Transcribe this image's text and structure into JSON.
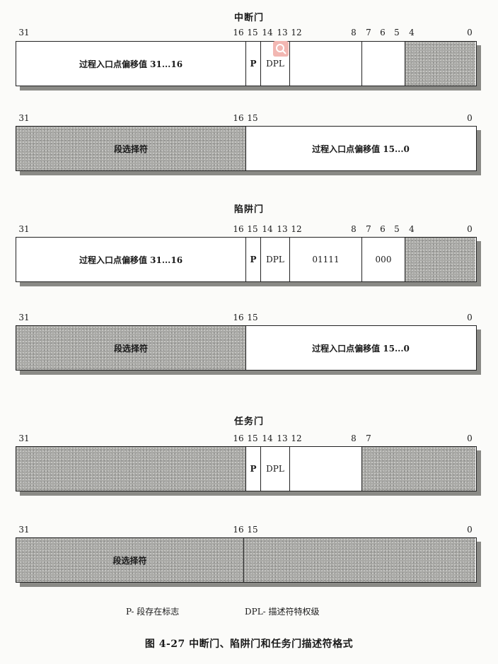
{
  "interrupt_gate": {
    "title": "中断门",
    "row1": {
      "bits": [
        "31",
        "16",
        "15",
        "14",
        "13",
        "12",
        "8",
        "7",
        "6",
        "5",
        "4",
        "0"
      ],
      "offset_high": "过程入口点偏移值 31...16",
      "p": "P",
      "dpl": "DPL"
    },
    "row2": {
      "bits": [
        "31",
        "16",
        "15",
        "0"
      ],
      "selector": "段选择符",
      "offset_low": "过程入口点偏移值 15...0"
    }
  },
  "trap_gate": {
    "title": "陷阱门",
    "row1": {
      "bits": [
        "31",
        "16",
        "15",
        "14",
        "13",
        "12",
        "8",
        "7",
        "6",
        "5",
        "4",
        "0"
      ],
      "offset_high": "过程入口点偏移值 31...16",
      "p": "P",
      "dpl": "DPL",
      "type": "01111",
      "reserved": "000"
    },
    "row2": {
      "bits": [
        "31",
        "16",
        "15",
        "0"
      ],
      "selector": "段选择符",
      "offset_low": "过程入口点偏移值 15...0"
    }
  },
  "task_gate": {
    "title": "任务门",
    "row1": {
      "bits": [
        "31",
        "16",
        "15",
        "14",
        "13",
        "12",
        "8",
        "7",
        "0"
      ],
      "p": "P",
      "dpl": "DPL"
    },
    "row2": {
      "bits": [
        "31",
        "16",
        "15",
        "0"
      ],
      "selector": "段选择符"
    }
  },
  "legend": {
    "p": "P- 段存在标志",
    "dpl": "DPL- 描述符特权级"
  },
  "caption": "图 4-27   中断门、陷阱门和任务门描述符格式",
  "colors": {
    "reserved_fill": "#a9a9a6",
    "field_fill": "#ffffff",
    "overlay_icon": "#f2b7b2"
  },
  "icons": {
    "overlay": "zoom-search-icon"
  }
}
